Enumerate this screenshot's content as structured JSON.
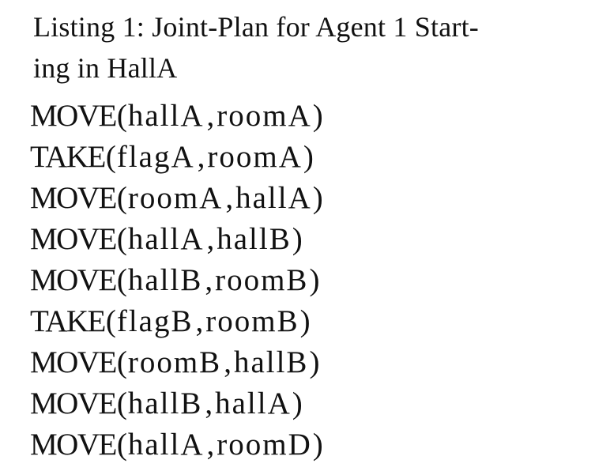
{
  "caption": {
    "line1": "Listing 1: Joint-Plan for Agent 1 Start-",
    "line2": "ing in HallA"
  },
  "listing": [
    {
      "cmd": "MOVE",
      "arg1": "hallA",
      "arg2": "roomA"
    },
    {
      "cmd": "TAKE",
      "arg1": "flagA",
      "arg2": "roomA"
    },
    {
      "cmd": "MOVE",
      "arg1": "roomA",
      "arg2": "hallA"
    },
    {
      "cmd": "MOVE",
      "arg1": "hallA",
      "arg2": "hallB"
    },
    {
      "cmd": "MOVE",
      "arg1": "hallB",
      "arg2": "roomB"
    },
    {
      "cmd": "TAKE",
      "arg1": "flagB",
      "arg2": "roomB"
    },
    {
      "cmd": "MOVE",
      "arg1": "roomB",
      "arg2": "hallB"
    },
    {
      "cmd": "MOVE",
      "arg1": "hallB",
      "arg2": "hallA"
    },
    {
      "cmd": "MOVE",
      "arg1": "hallA",
      "arg2": "roomD"
    }
  ]
}
